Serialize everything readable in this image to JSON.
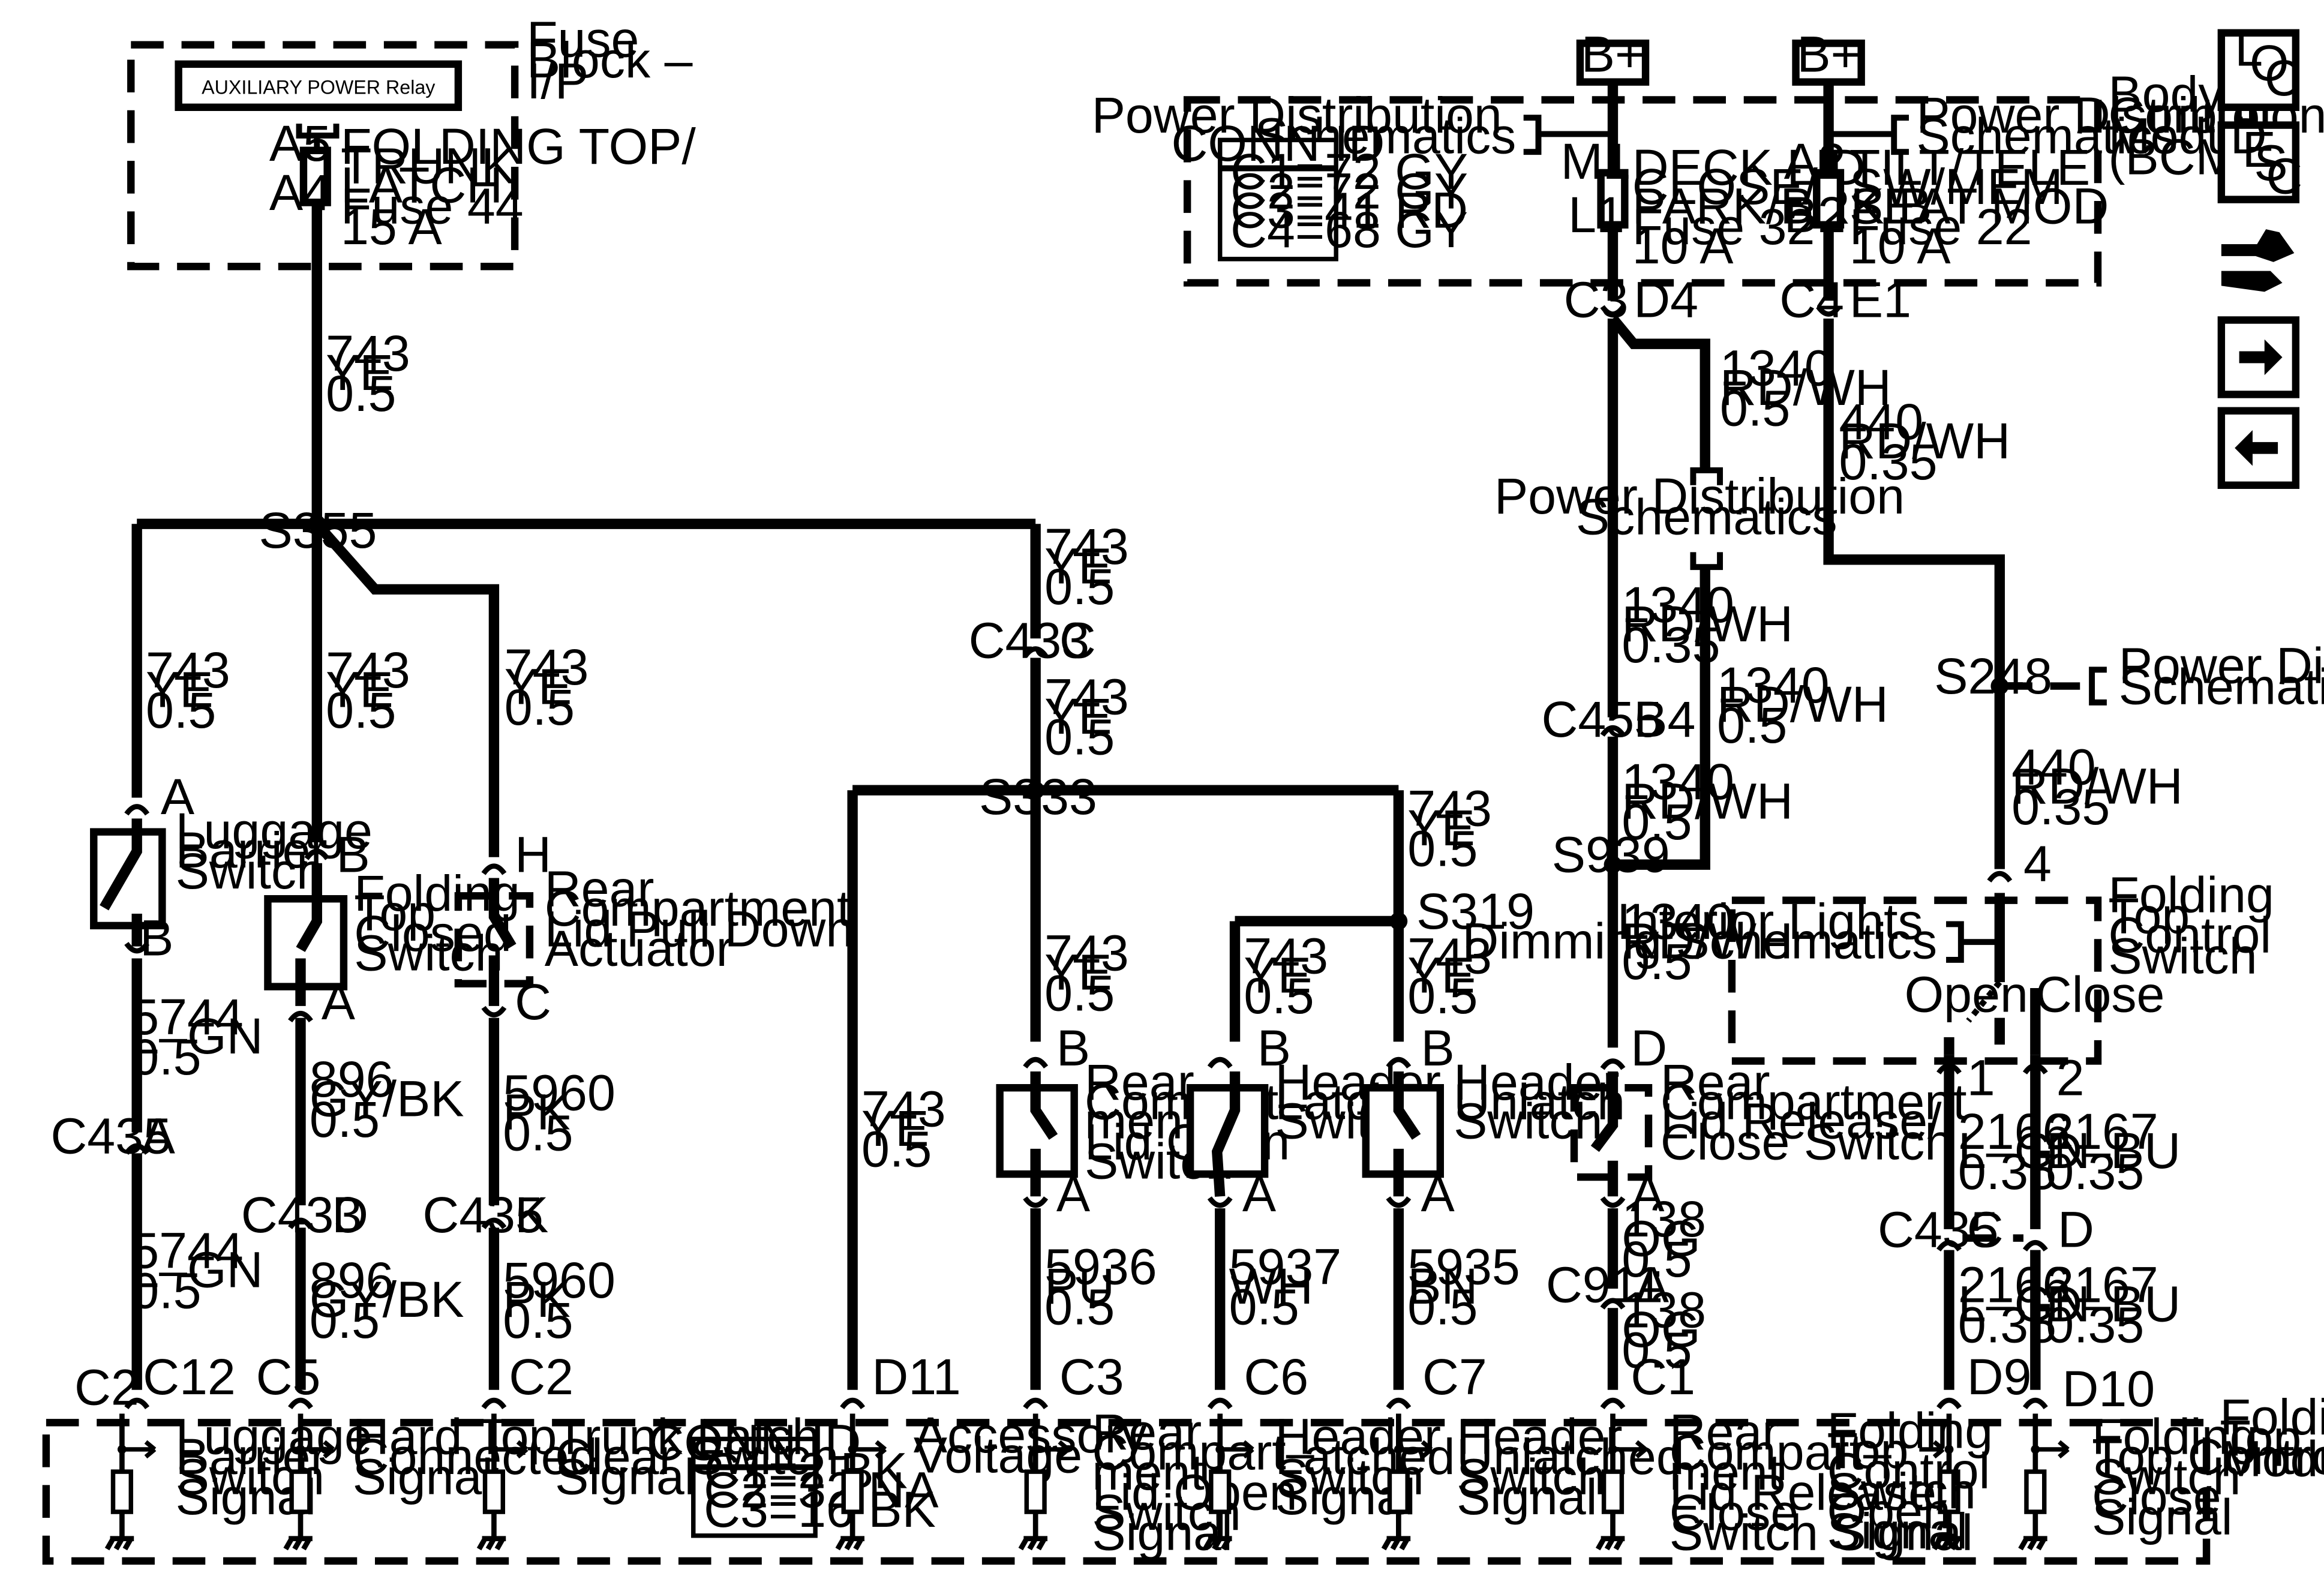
{
  "fuse_block": {
    "name": [
      "Fuse",
      "Block –",
      "I/P"
    ],
    "relay": "AUXILIARY POWER Relay",
    "pin_top": "A5",
    "pin_bottom": "A4",
    "fuse_label": [
      "FOLDING TOP/",
      "TRUNK",
      "LATCH",
      "Fuse 44",
      "15 A"
    ]
  },
  "bcm": {
    "name": [
      "Body",
      "Control",
      "Module",
      "(BCM)"
    ],
    "bplus_1": "B+",
    "bplus_2": "B+",
    "pds_1": [
      "Power Distribution",
      "Schematics"
    ],
    "pds_2": [
      "Power Distribution",
      "Schematics"
    ],
    "conn_id_title": "CONN ID",
    "conn_ids": [
      "C1=72 GY",
      "C2=72 GY",
      "C3=41 RD",
      "C4=68 GY"
    ],
    "fuse32_pins": [
      "M1",
      "L1"
    ],
    "fuse32_label": [
      "DECK LID",
      "CLOSE/",
      "PARK/BRK B",
      "Fuse 32",
      "10 A"
    ],
    "fuse22_pins": [
      "A2",
      "B2"
    ],
    "fuse22_label": [
      "TILT/TELE",
      "SW/MEM",
      "SEAT MOD",
      "Fuse 22",
      "10 A"
    ],
    "conn_c3": "C3",
    "pin_d4": "D4",
    "conn_c4": "C4",
    "pin_e1": "E1"
  },
  "wires": {
    "w743_top": [
      "743",
      "YE",
      "0.5"
    ],
    "w743_a": [
      "743",
      "YE",
      "0.5"
    ],
    "w743_b": [
      "743",
      "YE",
      "0.5"
    ],
    "w743_c": [
      "743",
      "YE",
      "0.5"
    ],
    "w743_d": [
      "743",
      "YE",
      "0.5"
    ],
    "w743_e": [
      "743",
      "YE",
      "0.5"
    ],
    "w743_f": [
      "743",
      "YE",
      "0.5"
    ],
    "w743_g": [
      "743",
      "YE",
      "0.5"
    ],
    "w743_h": [
      "743",
      "YE",
      "0.5"
    ],
    "w743_i": [
      "743",
      "YE",
      "0.5"
    ],
    "w743_j": [
      "743",
      "YE",
      "0.5"
    ],
    "w1340_a": [
      "1340",
      "RD/WH",
      "0.5"
    ],
    "w1340_b": [
      "1340",
      "RD/WH",
      "0.35"
    ],
    "w1340_c": [
      "1340",
      "RD/WH",
      "0.5"
    ],
    "w1340_d": [
      "1340",
      "RD/WH",
      "0.5"
    ],
    "w1340_e": [
      "1340",
      "RD/WH",
      "0.5"
    ],
    "w440_a": [
      "440",
      "RD/WH",
      "0.35"
    ],
    "w440_b": [
      "440",
      "RD/WH",
      "0.35"
    ],
    "w5744_a": [
      "5744",
      "L–GN",
      "0.5"
    ],
    "w5744_b": [
      "5744",
      "L–GN",
      "0.5"
    ],
    "w896_a": [
      "896",
      "GY/BK",
      "0.5"
    ],
    "w896_b": [
      "896",
      "GY/BK",
      "0.5"
    ],
    "w5960_a": [
      "5960",
      "PK",
      "0.5"
    ],
    "w5960_b": [
      "5960",
      "PK",
      "0.5"
    ],
    "w5936": [
      "5936",
      "PU",
      "0.5"
    ],
    "w5937": [
      "5937",
      "WH",
      "0.5"
    ],
    "w5935": [
      "5935",
      "BN",
      "0.5"
    ],
    "w138_a": [
      "138",
      "OG",
      "0.5"
    ],
    "w138_b": [
      "138",
      "OG",
      "0.5"
    ],
    "w2166_a": [
      "2166",
      "L–GN",
      "0.35"
    ],
    "w2166_b": [
      "2166",
      "L–GN",
      "0.35"
    ],
    "w2167_a": [
      "2167",
      "D–BU",
      "0.35"
    ],
    "w2167_b": [
      "2167",
      "D–BU",
      "0.35"
    ]
  },
  "splices": {
    "s355": "S355",
    "s333": "S333",
    "s319": "S319",
    "s939": "S939",
    "s248": "S248"
  },
  "connectors": {
    "c433_top": "C433",
    "c433_top_pin": "C",
    "c455": "C455",
    "c455_pin": "B4",
    "c435_a": "C435",
    "c435_a_pin": "A",
    "c433_d": "C433",
    "c433_d_pin": "D",
    "c435_k": "C435",
    "c435_k_pin": "K",
    "c911": "C911",
    "c911_pin": "A",
    "c435_cd": "C435",
    "c435_cd_pin_c": "C",
    "c435_cd_pin_d": "D"
  },
  "components": {
    "luggage_barrier": {
      "name": [
        "Luggage",
        "Barrier",
        "Switch"
      ],
      "pin_top": "A",
      "pin_bottom": "B"
    },
    "folding_top_closed": {
      "name": [
        "Folding",
        "Top",
        "Closed",
        "Switch"
      ],
      "pin_top": "B",
      "pin_bottom": "A"
    },
    "rear_pull_down": {
      "name": [
        "Rear",
        "Compartment",
        "Lid Pull Down",
        "Actuator"
      ],
      "pin_top": "H",
      "pin_bottom": "C"
    },
    "rear_lid_open": {
      "name": [
        "Rear",
        "Compart–",
        "ment",
        "Lid Open",
        "Switch"
      ],
      "pin_top": "B",
      "pin_bottom": "A"
    },
    "header_latch": {
      "name": [
        "Header",
        "Latch",
        "Switch"
      ],
      "pin_top": "B",
      "pin_bottom": "A"
    },
    "header_unlatch": {
      "name": [
        "Header",
        "Unlatch",
        "Switch"
      ],
      "pin_top": "B",
      "pin_bottom": "A"
    },
    "rear_release": {
      "name": [
        "Rear",
        "Compartment",
        "Lid Release/",
        "Close Switch"
      ],
      "pin_top": "D",
      "pin_bottom": "A"
    },
    "power_dist_mid": [
      "Power Distribution",
      "Schematics"
    ],
    "power_dist_s248": [
      "Power Distribution",
      "Schematics"
    ],
    "folding_top_control": {
      "name": [
        "Folding",
        "Top",
        "Control",
        "Switch"
      ],
      "interior": [
        "Interior Lights",
        "Dimming Schematics"
      ],
      "open": "Open",
      "close": "Close",
      "pin_4": "4",
      "pin_1": "1",
      "pin_2": "2"
    }
  },
  "module": {
    "name": [
      "Folding",
      "Top",
      "Module"
    ],
    "conn_id_title": "CONN ID",
    "conn_ids": [
      "C1=2 BK",
      "C2=32 NA",
      "C3=16 BK"
    ],
    "pins": [
      {
        "conn": "C2",
        "pin": "C12",
        "signal": [
          "Luggage",
          "Barrier",
          "Switch",
          "Signal"
        ]
      },
      {
        "conn": "C5",
        "pin": "",
        "signal": [
          "Hard Top",
          "Connected",
          "Signal"
        ]
      },
      {
        "conn": "C2",
        "pin": "",
        "signal": [
          "Trunk Latch",
          "Clear Switch",
          "Signal"
        ]
      },
      {
        "conn": "D11",
        "pin": "",
        "signal": [
          "Accessory",
          "Voltage"
        ]
      },
      {
        "conn": "C3",
        "pin": "",
        "signal": [
          "Rear",
          "Compart–",
          "ment",
          "Lid Open",
          "Switch",
          "Signal"
        ]
      },
      {
        "conn": "C6",
        "pin": "",
        "signal": [
          "Header",
          "Latched",
          "Switch",
          "Signal"
        ]
      },
      {
        "conn": "C7",
        "pin": "",
        "signal": [
          "Header",
          "Unlatched",
          "Switch",
          "Signal"
        ]
      },
      {
        "conn": "C1",
        "pin": "",
        "signal": [
          "Rear",
          "Compart–",
          "ment",
          "Lid Release/",
          "Close",
          "Switch Signal"
        ]
      },
      {
        "conn": "D9",
        "pin": "",
        "signal": [
          "Folding",
          "Top",
          "Control",
          "Switch",
          "Open",
          "Signal"
        ]
      },
      {
        "conn": "D10",
        "pin": "",
        "signal": [
          "Folding",
          "Top Control",
          "Switch",
          "Close",
          "Signal"
        ]
      }
    ]
  },
  "nav": {
    "loc": [
      "L",
      "O",
      "C"
    ],
    "desc": [
      "D",
      "E",
      "S",
      "C"
    ],
    "icons": [
      "connector-icon",
      "forward-arrow-icon",
      "back-arrow-icon"
    ]
  }
}
